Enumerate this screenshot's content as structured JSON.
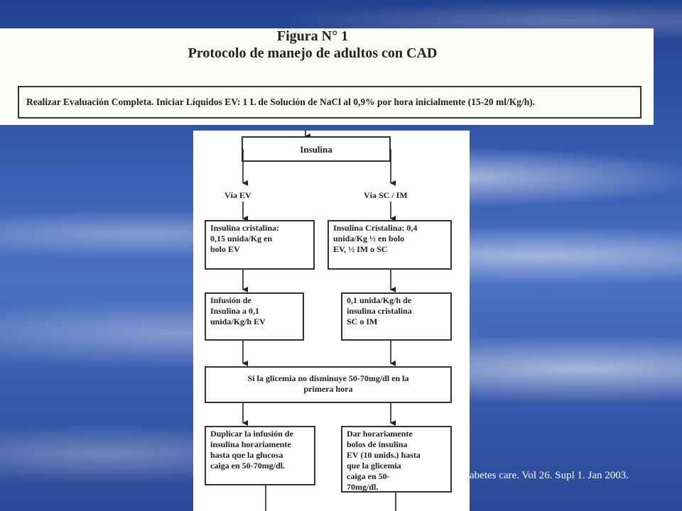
{
  "figure": {
    "title": "Figura N° 1",
    "subtitle": "Protocolo de manejo de adultos con CAD",
    "top_step": "Realizar Evaluación Completa. Iniciar Líquidos EV: 1 L de Solución de NaCl al 0,9% por hora inicialmente (15-20 ml/Kg/h)."
  },
  "flow": {
    "insulina": "Insulina",
    "route_ev": "Vía EV",
    "route_sc_im": "Vía SC / IM",
    "ev_bolus": [
      "Insulina cristalina:",
      "0,15 unida/Kg en",
      "bolo EV"
    ],
    "sc_bolus": [
      "Insulina Cristalina: 0,4",
      "unida/Kg ½  en bolo",
      "EV, ½ IM o SC"
    ],
    "ev_infusion": [
      "Infusión de",
      "Insulina a 0,1",
      "unida/Kg/h EV"
    ],
    "sc_infusion": [
      "0,1 unida/Kg/h de",
      "insulina cristalina",
      "SC o IM"
    ],
    "check": [
      "Si la glicemia no  disminuye 50-70mg/dl en la",
      "primera hora"
    ],
    "ev_double": [
      "Duplicar la infusión de",
      "insulina horariamente",
      "hasta que la glucosa",
      "caiga en 50-70mg/dl."
    ],
    "sc_hourly": [
      "Dar horariamente",
      "bolos de insulina",
      "EV (10 unids.) hasta",
      "que la glicemia",
      "caiga en 50-",
      "70mg/dl."
    ]
  },
  "citation": "abetes care. Vol 26. Supl 1. Jan 2003."
}
